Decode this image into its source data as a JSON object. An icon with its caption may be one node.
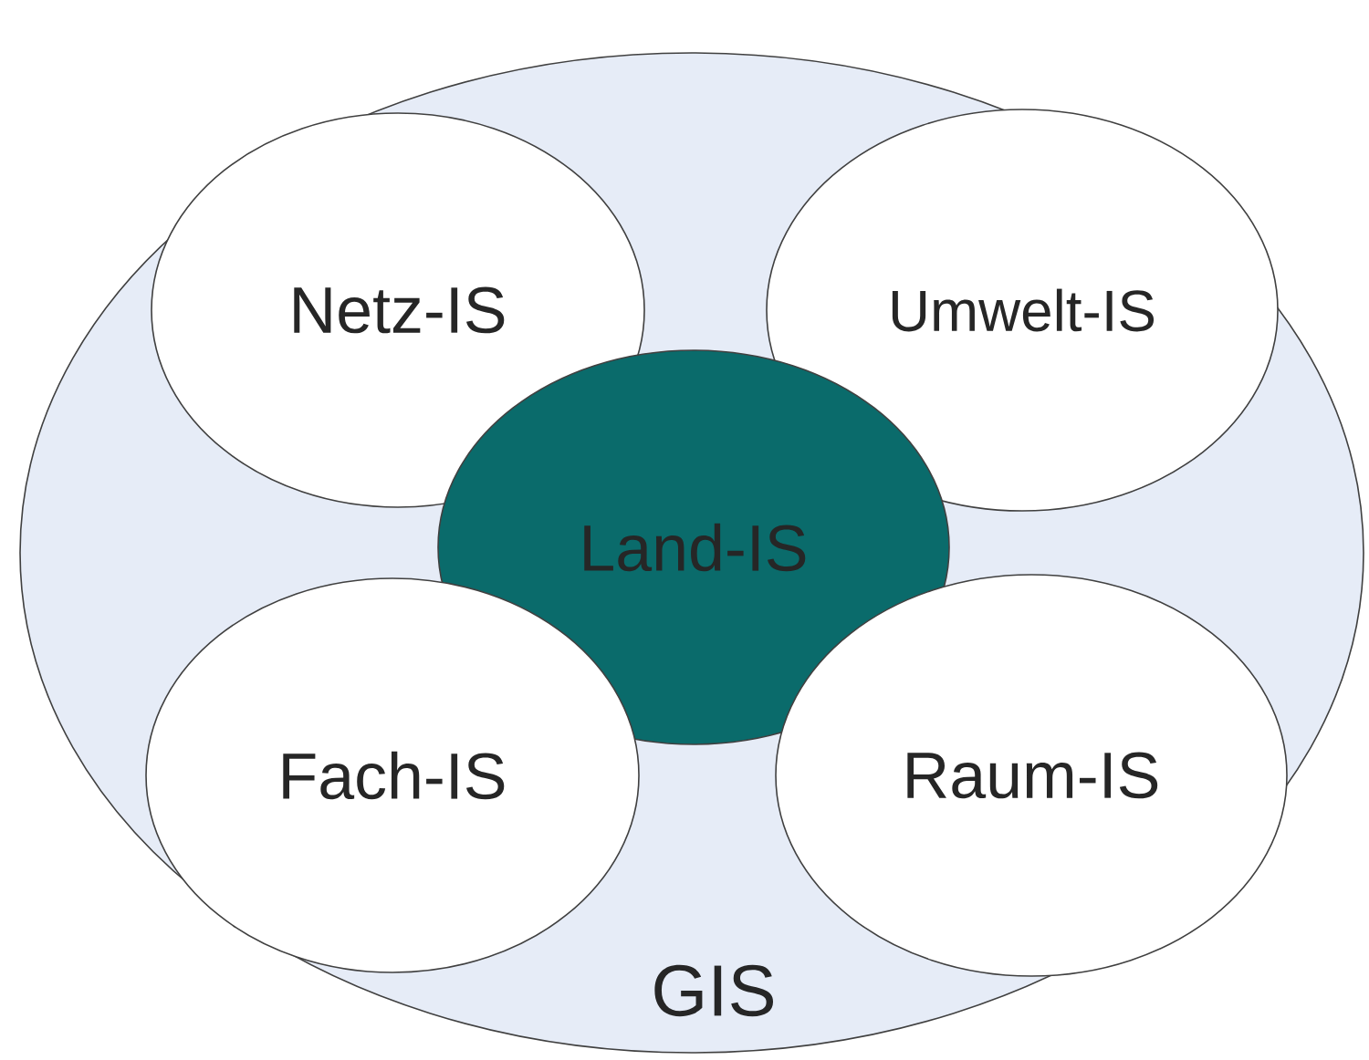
{
  "diagram": {
    "nodes": [
      {
        "text": [
          "GIS"
        ]
      },
      {
        "text": [
          "Netz-IS"
        ],
        "in": 0
      },
      {
        "text": [
          "Umwelt-IS"
        ],
        "in": 0
      },
      {
        "text": [
          "Land-IS"
        ],
        "in": 0
      },
      {
        "text": [
          "Fach-IS"
        ],
        "in": 0
      },
      {
        "text": [
          "Raum-IS"
        ],
        "in": 0
      }
    ]
  }
}
